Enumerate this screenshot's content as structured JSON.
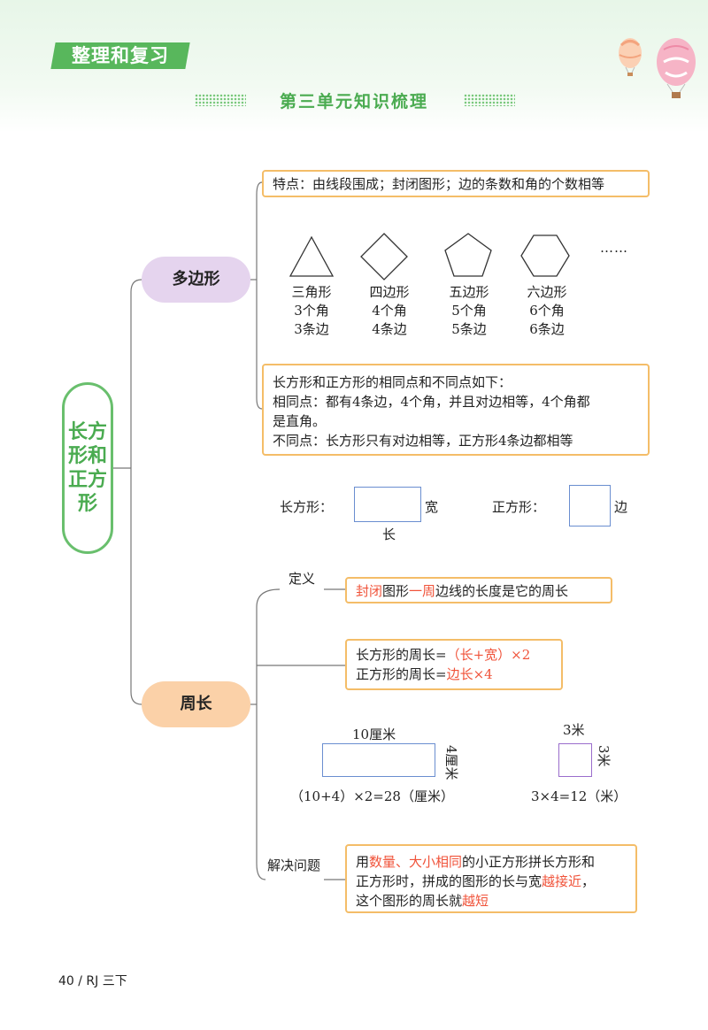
{
  "header": {
    "tag": "整理和复习",
    "subtitle": "第三单元知识梳理"
  },
  "root": "长方形和正方形",
  "branches": {
    "polygon": "多边形",
    "perimeter": "周长"
  },
  "polygon": {
    "feature": "特点：由线段围成；封闭图形；边的条数和角的个数相等",
    "shapes": [
      {
        "name": "三角形",
        "angles": "3个角",
        "sides": "3条边"
      },
      {
        "name": "四边形",
        "angles": "4个角",
        "sides": "4条边"
      },
      {
        "name": "五边形",
        "angles": "5个角",
        "sides": "5条边"
      },
      {
        "name": "六边形",
        "angles": "6个角",
        "sides": "6条边"
      }
    ],
    "ellipsis": "……",
    "compare": {
      "line1": "长方形和正方形的相同点和不同点如下：",
      "line2": "相同点：都有4条边，4个角，并且对边相等，4个角都",
      "line3": "是直角。",
      "line4": "不同点：长方形只有对边相等，正方形4条边都相等"
    },
    "rect": {
      "label": "长方形：",
      "width": "宽",
      "length": "长"
    },
    "square": {
      "label": "正方形：",
      "side": "边"
    }
  },
  "perimeter": {
    "definition_label": "定义",
    "definition": {
      "p1": "封闭",
      "p2": "图形",
      "p3": "一周",
      "p4": "边线的长度是它的周长"
    },
    "formula": {
      "rect_a": "长方形的周长=",
      "rect_b": "（长+宽）×2",
      "square_a": "正方形的周长=",
      "square_b": "边长×4"
    },
    "example_rect": {
      "top": "10厘米",
      "side": "4厘米",
      "calc": "（10+4）×2=28（厘米）"
    },
    "example_square": {
      "top": "3米",
      "side": "3米",
      "calc": "3×4=12（米）"
    },
    "solve_label": "解决问题",
    "solve": {
      "a": "用",
      "b": "数量、大小相同",
      "c": "的小正方形拼长方形和",
      "d": "正方形时，拼成的图形的长与宽",
      "e": "越接近",
      "f": "，",
      "g": "这个图形的周长就",
      "h": "越短"
    }
  },
  "footer": {
    "page": "40 / RJ 三下"
  },
  "colors": {
    "green": "#58b75c",
    "orange_border": "#f4bd68",
    "red_text": "#f0533a",
    "purple_pill": "#e5d4ee",
    "orange_pill": "#fbd1a8"
  }
}
